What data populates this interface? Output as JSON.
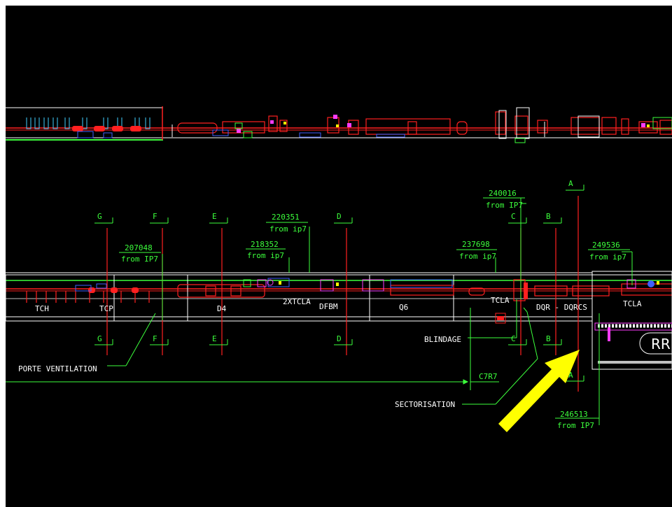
{
  "colors": {
    "background": "#000000",
    "frame": "#ffffff",
    "green": "#3cff3c",
    "red": "#ff2020",
    "white": "#ffffff",
    "magenta": "#ff3cff",
    "blue": "#4060ff",
    "yellow": "#ffff00"
  },
  "section_markers": {
    "G": "G",
    "F": "F",
    "E": "E",
    "D": "D",
    "C": "C",
    "B": "B",
    "A": "A"
  },
  "positions": {
    "p207048": {
      "value": "207048",
      "ref": "from IP7"
    },
    "p218352": {
      "value": "218352",
      "ref": "from ip7"
    },
    "p220351": {
      "value": "220351",
      "ref": "from ip7"
    },
    "p237698": {
      "value": "237698",
      "ref": "from ip7"
    },
    "p240016": {
      "value": "240016",
      "ref": "from IP7"
    },
    "p249536": {
      "value": "249536",
      "ref": "from ip7"
    },
    "p246513": {
      "value": "246513",
      "ref": "from IP7"
    }
  },
  "elements": {
    "tch": "TCH",
    "tcp": "TCP",
    "d4": "D4",
    "xtcla": "2XTCLA",
    "dfbm": "DFBM",
    "q6": "Q6",
    "tcla1": "TCLA",
    "dqr": "DQR - DQRCS",
    "tcla2": "TCLA",
    "rr": "RR"
  },
  "annotations": {
    "porte_ventilation": "PORTE VENTILATION",
    "blindage": "BLINDAGE",
    "c7r7": "C7R7",
    "sectorisation": "SECTORISATION"
  },
  "icons": {
    "arrow": "yellow-pointer-arrow-icon"
  }
}
